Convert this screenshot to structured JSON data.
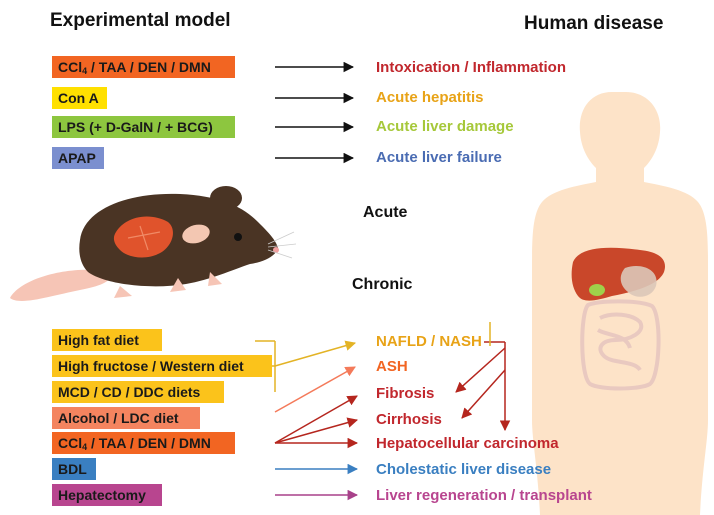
{
  "headings": {
    "left": "Experimental model",
    "right": "Human disease",
    "acute": "Acute",
    "chronic": "Chronic"
  },
  "acute_models": [
    {
      "label_pre": "CCl",
      "label_sub": "4",
      "label_post": " / TAA / DEN / DMN",
      "color": "#f26522"
    },
    {
      "label": "Con A",
      "color": "#ffe000"
    },
    {
      "label": "LPS (+ D-GalN / + BCG)",
      "color": "#8dc63f"
    },
    {
      "label": "APAP",
      "color": "#7b8fcf"
    }
  ],
  "acute_outcomes": [
    {
      "label": "Intoxication / Inflammation",
      "color": "#c1272d"
    },
    {
      "label": "Acute hepatitis",
      "color": "#e8a317"
    },
    {
      "label": "Acute liver damage",
      "color": "#a6c83a"
    },
    {
      "label": "Acute liver failure",
      "color": "#4a6cb3"
    }
  ],
  "chronic_models": [
    {
      "label": "High fat diet",
      "color": "#fbc31b"
    },
    {
      "label": "High fructose / Western diet",
      "color": "#fbc31b"
    },
    {
      "label": "MCD / CD / DDC diets",
      "color": "#fbc31b"
    },
    {
      "label": "Alcohol / LDC diet",
      "color": "#f4845f"
    },
    {
      "label_pre": "CCl",
      "label_sub": "4",
      "label_post": " / TAA / DEN / DMN",
      "color": "#f26522"
    },
    {
      "label": "BDL",
      "color": "#3a7fc1"
    },
    {
      "label": "Hepatectomy",
      "color": "#b8458f"
    }
  ],
  "chronic_outcomes": [
    {
      "label": "NAFLD / NASH",
      "color": "#e8a317"
    },
    {
      "label": "ASH",
      "color": "#f26522"
    },
    {
      "label": "Fibrosis",
      "color": "#c1272d"
    },
    {
      "label": "Cirrhosis",
      "color": "#c1272d"
    },
    {
      "label": "Hepatocellular carcinoma",
      "color": "#c1272d"
    },
    {
      "label": "Cholestatic liver disease",
      "color": "#3a7fc1"
    },
    {
      "label": "Liver regeneration / transplant",
      "color": "#b8458f"
    }
  ],
  "colors": {
    "body_silhouette": "#fde3c8",
    "mouse_fur": "#4a3424",
    "liver": "#c9472a",
    "arrow_black": "#111111",
    "arrow_dark_red": "#b5261e",
    "arrow_yellow": "#e3b325",
    "arrow_salmon": "#f47a5a",
    "arrow_blue": "#3a7fc1",
    "arrow_purple": "#a8418a"
  }
}
